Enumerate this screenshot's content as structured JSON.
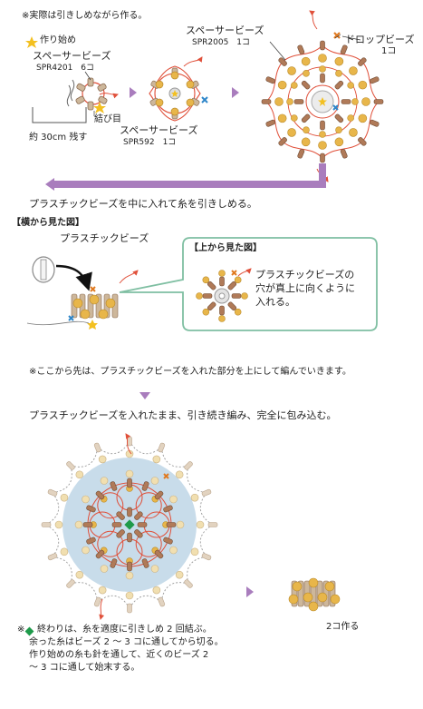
{
  "header_note": "※実際は引きしめながら作る。",
  "legend_start": "作り始め",
  "step1": {
    "spacer_label": "スペーサービーズ",
    "spacer_code": "SPR4201　6コ",
    "knot_label": "結び目",
    "leave_thread": "約 30cm 残す"
  },
  "step2": {
    "spacer_label": "スペーサービーズ",
    "spacer_code": "SPR592　1コ"
  },
  "step3": {
    "spacer_label": "スペーサービーズ",
    "spacer_code": "SPR2005　1コ",
    "drop_label": "ドロップビーズ",
    "drop_count": "1コ"
  },
  "instruction_insert": "プラスチックビーズを中に入れて糸を引きしめる。",
  "side_view_title": "【横から見た図】",
  "plastic_bead_label": "プラスチックビーズ",
  "top_view_title": "【上から見た図】",
  "top_view_note": [
    "プラスチックビーズの",
    "穴が真上に向くように",
    "入れる。"
  ],
  "note_upward": "※ここから先は、プラスチックビーズを入れた部分を上にして編んでいきます。",
  "instruction_wrap": "プラスチックビーズを入れたまま、引き続き編み、完全に包み込む。",
  "make_two": "2コ作る",
  "finish_note": [
    "※",
    "終わりは、糸を適度に引きしめ 2 回結ぶ。",
    "余った糸はビーズ 2 ～ 3 コに通してから切る。",
    "作り始めの糸も針を通して、近くのビーズ 2",
    "～ 3 コに通して始末する。"
  ],
  "colors": {
    "arrow_purple": "#a97dbd",
    "thread_red": "#e0503a",
    "gold_bead": "#e8b64a",
    "spacer_bead": "#b07a58",
    "light_spacer": "#e2d3c0",
    "plastic_blue": "#c8dcea",
    "callout_green": "#7fbfa2",
    "start_star": "#f3c020",
    "end_cross": "#2f86c9",
    "finish_diamond": "#1e9a4a"
  },
  "icons": {
    "start": "star-icon",
    "end": "cross-icon",
    "finish": "diamond-icon",
    "orange_cross": "orange-cross-icon"
  }
}
